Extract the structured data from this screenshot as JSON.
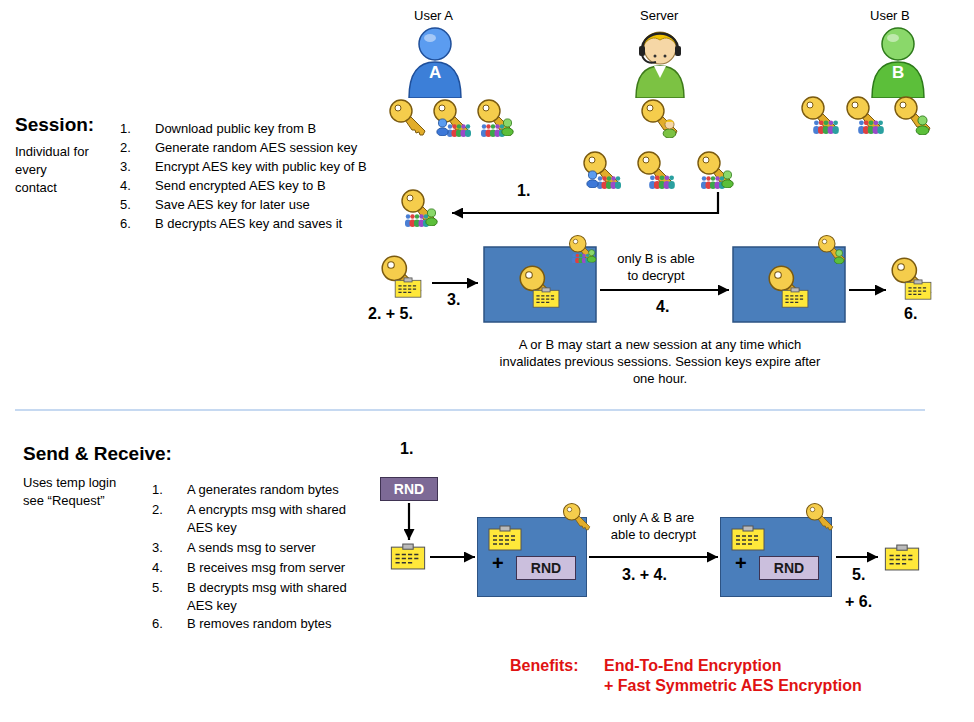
{
  "diagram": {
    "nodes": [
      {
        "text": [
          "RND"
        ]
      },
      {
        "text": [
          "+"
        ]
      },
      {
        "text": [
          "RND"
        ],
        "in": 1
      },
      {
        "text": [
          "+"
        ]
      },
      {
        "text": [
          "RND"
        ],
        "in": 3
      }
    ],
    "edges": [
      {
        "from": 1,
        "to": 3,
        "arrow": "to",
        "label": "only A & B are able to decrypt"
      }
    ],
    "labels": [
      "User A",
      "Server",
      "User B",
      "A",
      "B",
      "Session:",
      "Individual for every contact",
      "1.",
      "Download public key from B",
      "2.",
      "Generate random AES session key",
      "3.",
      "Encrypt AES key with public key of B",
      "4.",
      "Send encrypted AES key to B",
      "5.",
      "Save AES key for later use",
      "6.",
      "B decrypts AES key and saves it",
      "1.",
      "2. + 5.",
      "3.",
      "only B is able to decrypt",
      "4.",
      "6.",
      "A or B may start a new session at any time which invalidates previous sessions. Session keys expire after one hour.",
      "Send & Receive:",
      "Uses temp login see “Request”",
      "1.",
      "A generates random bytes",
      "2.",
      "A encrypts msg with shared AES key",
      "3.",
      "A sends msg to server",
      "4.",
      "B receives msg from server",
      "5.",
      "B decrypts msg with shared AES key",
      "6.",
      "B removes random bytes",
      "1.",
      "3. + 4.",
      "5.",
      "+ 6.",
      "Benefits:",
      "End-To-End Encryption",
      "+ Fast Symmetric AES Encryption"
    ]
  }
}
